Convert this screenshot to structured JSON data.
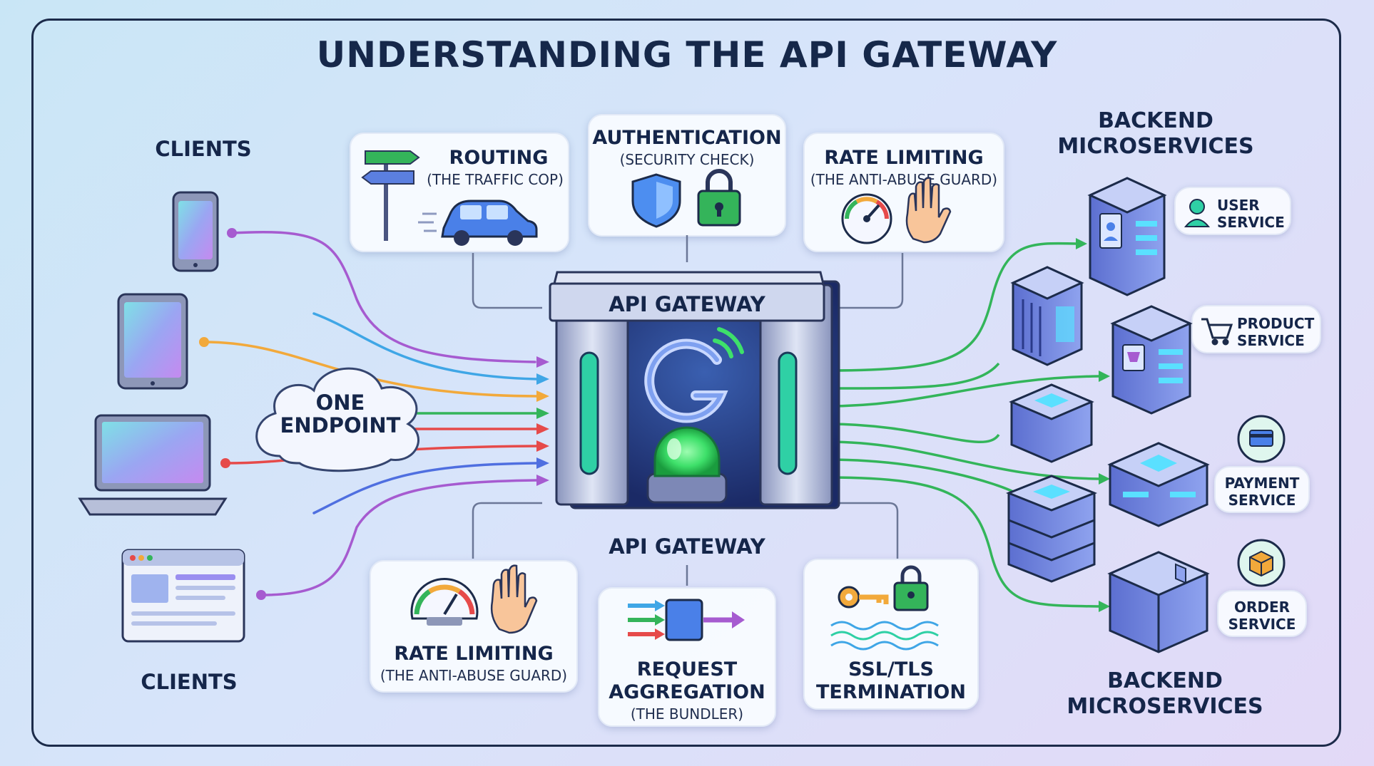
{
  "title": "UNDERSTANDING THE API GATEWAY",
  "clients_label_top": "CLIENTS",
  "clients_label_bottom": "CLIENTS",
  "endpoint_cloud": [
    "ONE",
    "ENDPOINT"
  ],
  "gateway": {
    "sign": "API GATEWAY",
    "caption": "API GATEWAY"
  },
  "backend_label_top": [
    "BACKEND",
    "MICROSERVICES"
  ],
  "backend_label_bottom": [
    "BACKEND",
    "MICROSERVICES"
  ],
  "top_features": [
    {
      "title": "ROUTING",
      "subtitle": "(THE TRAFFIC COP)"
    },
    {
      "title": "AUTHENTICATION",
      "subtitle": "(SECURITY CHECK)"
    },
    {
      "title": "RATE LIMITING",
      "subtitle": "(THE ANTI-ABUSE GUARD)"
    }
  ],
  "bottom_features": [
    {
      "title": "RATE LIMITING",
      "subtitle": "(THE ANTI-ABUSE GUARD)"
    },
    {
      "title_lines": [
        "REQUEST",
        "AGGREGATION"
      ],
      "subtitle": "(THE BUNDLER)"
    },
    {
      "title_lines": [
        "SSL/TLS",
        "TERMINATION"
      ]
    }
  ],
  "services": [
    {
      "lines": [
        "USER",
        "SERVICE"
      ],
      "icon": "user-icon"
    },
    {
      "lines": [
        "PRODUCT",
        "SERVICE"
      ],
      "icon": "cart-icon"
    },
    {
      "lines": [
        "PAYMENT",
        "SERVICE"
      ],
      "icon": "card-icon"
    },
    {
      "lines": [
        "ORDER",
        "SERVICE"
      ],
      "icon": "box-icon"
    }
  ],
  "colors": {
    "title": "#16284a",
    "frame": "#1c2b4a",
    "client_lines": [
      "#a65bd0",
      "#3fa6e6",
      "#f2a93b",
      "#34b45a",
      "#e64a4a",
      "#4f6fe0",
      "#a65bd0"
    ],
    "service_arrows": "#33b55a",
    "gateway_light": "#3ee06a"
  }
}
